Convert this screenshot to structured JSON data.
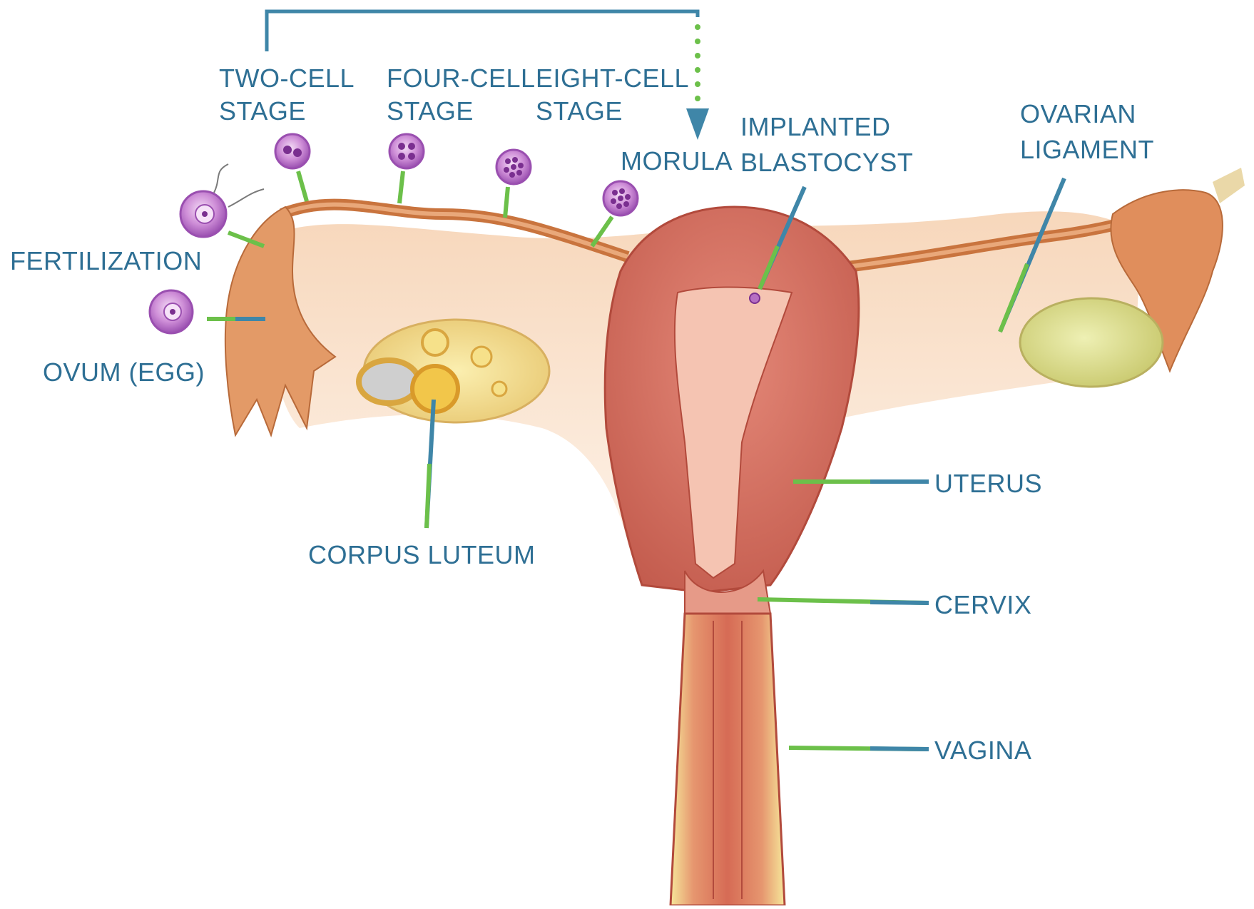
{
  "labels": {
    "two_cell_line1": "TWO-CELL",
    "two_cell_line2": "STAGE",
    "four_cell_line1": "FOUR-CELL",
    "four_cell_line2": "STAGE",
    "eight_cell_line1": "EIGHT-CELL",
    "eight_cell_line2": "STAGE",
    "morula": "MORULA",
    "implanted_line1": "IMPLANTED",
    "implanted_line2": "BLASTOCYST",
    "ovarian_line1": "OVARIAN",
    "ovarian_line2": "LIGAMENT",
    "fertilization": "FERTILIZATION",
    "ovum": "OVUM (EGG)",
    "corpus_luteum": "CORPUS LUTEUM",
    "uterus": "UTERUS",
    "cervix": "CERVIX",
    "vagina": "VAGINA"
  },
  "colors": {
    "label_text": "#2e6f94",
    "leader_blue": "#3f86a8",
    "leader_green": "#6cc04a",
    "tissue": "#f4c9a4",
    "muscle": "#d8705e",
    "tube": "#c9743e",
    "cell": "#b66fc3",
    "background": "#ffffff"
  }
}
